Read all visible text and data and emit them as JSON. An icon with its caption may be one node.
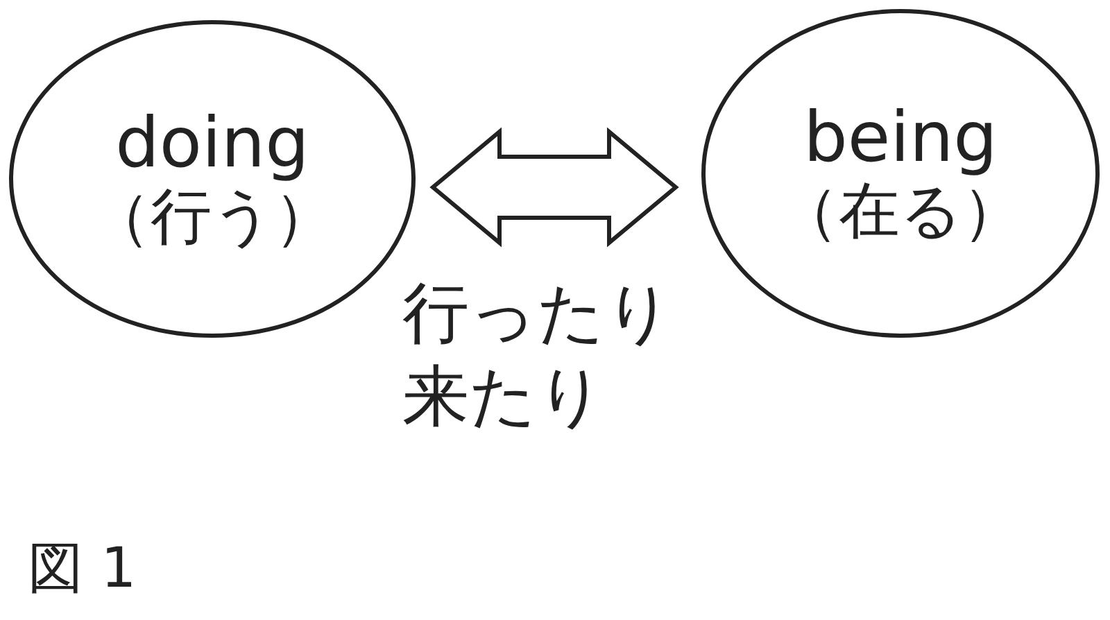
{
  "diagram": {
    "caption": "図 1",
    "nodes": [
      {
        "text": [
          "doing",
          "（行う）"
        ]
      },
      {
        "text": [
          "being",
          "（在る）"
        ]
      }
    ],
    "edges": [
      {
        "from": 0,
        "to": 1,
        "arrow": "both",
        "label": "行ったり来たり"
      }
    ]
  }
}
